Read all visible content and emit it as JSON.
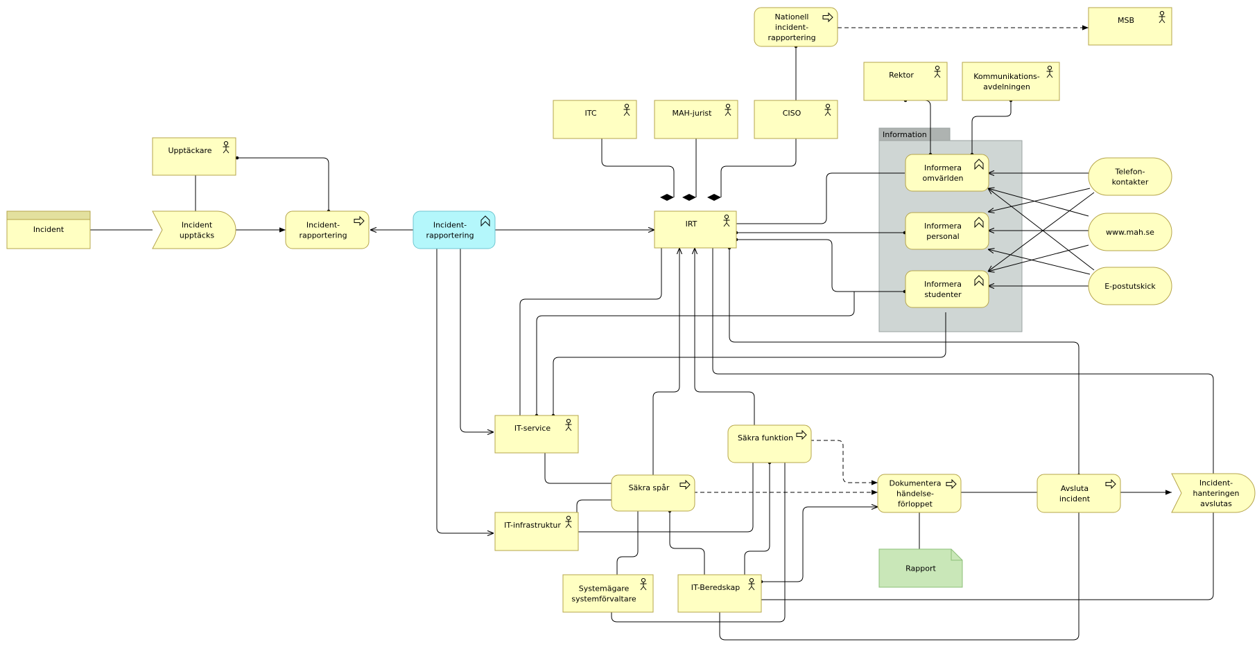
{
  "colors": {
    "element_fill": "#ffffc2",
    "element_stroke": "#b5a44a",
    "event_header": "#e3e09e",
    "service_fill": "#b4f7fb",
    "service_stroke": "#6ec6d0",
    "group_fill": "#cfd6d4",
    "group_stroke": "#9aa2a0",
    "group_tab": "#aeb3b1",
    "report_fill": "#c9e7b8",
    "report_stroke": "#8cbf78",
    "line": "#000000"
  },
  "group": {
    "label": "Information"
  },
  "elements": {
    "incident": {
      "label": [
        "Incident"
      ],
      "kind": "event"
    },
    "upptacks": {
      "label": [
        "Incident",
        "upptäcks"
      ],
      "kind": "event-start"
    },
    "upptackare": {
      "label": [
        "Upptäckare"
      ],
      "kind": "actor",
      "icon": "actor-icon"
    },
    "rapportering_proc": {
      "label": [
        "Incident-",
        "rapportering"
      ],
      "kind": "process",
      "icon": "process-arrow-icon"
    },
    "rapportering_svc": {
      "label": [
        "Incident-",
        "rapportering"
      ],
      "kind": "service",
      "icon": "function-icon"
    },
    "itc": {
      "label": [
        "ITC"
      ],
      "kind": "actor",
      "icon": "actor-icon"
    },
    "mah_jurist": {
      "label": [
        "MAH-jurist"
      ],
      "kind": "actor",
      "icon": "actor-icon"
    },
    "ciso": {
      "label": [
        "CISO"
      ],
      "kind": "actor",
      "icon": "actor-icon"
    },
    "nationell": {
      "label": [
        "Nationell",
        "incident-",
        "rapportering"
      ],
      "kind": "process",
      "icon": "process-arrow-icon"
    },
    "msb": {
      "label": [
        "MSB"
      ],
      "kind": "actor",
      "icon": "actor-icon"
    },
    "rektor": {
      "label": [
        "Rektor"
      ],
      "kind": "actor",
      "icon": "actor-icon"
    },
    "kommunikation": {
      "label": [
        "Kommunikations-",
        "avdelningen"
      ],
      "kind": "actor",
      "icon": "actor-icon"
    },
    "irt": {
      "label": [
        "IRT"
      ],
      "kind": "actor",
      "icon": "actor-icon"
    },
    "inf_omvarlden": {
      "label": [
        "Informera",
        "omvärlden"
      ],
      "kind": "function",
      "icon": "function-icon"
    },
    "inf_personal": {
      "label": [
        "Informera",
        "personal"
      ],
      "kind": "function",
      "icon": "function-icon"
    },
    "inf_studenter": {
      "label": [
        "Informera",
        "studenter"
      ],
      "kind": "function",
      "icon": "function-icon"
    },
    "telefon": {
      "label": [
        "Telefon-",
        "kontakter"
      ],
      "kind": "channel"
    },
    "www": {
      "label": [
        "www.mah.se"
      ],
      "kind": "channel"
    },
    "epost": {
      "label": [
        "E-postutskick"
      ],
      "kind": "channel"
    },
    "it_service": {
      "label": [
        "IT-service"
      ],
      "kind": "actor",
      "icon": "actor-icon"
    },
    "it_infra": {
      "label": [
        "IT-infrastruktur"
      ],
      "kind": "actor",
      "icon": "actor-icon"
    },
    "sakra_spar": {
      "label": [
        "Säkra spår"
      ],
      "kind": "process",
      "icon": "process-arrow-icon"
    },
    "sakra_funktion": {
      "label": [
        "Säkra funktion"
      ],
      "kind": "process",
      "icon": "process-arrow-icon"
    },
    "dokumentera": {
      "label": [
        "Dokumentera",
        "händelse-",
        "förloppet"
      ],
      "kind": "process",
      "icon": "process-arrow-icon"
    },
    "rapport": {
      "label": [
        "Rapport"
      ],
      "kind": "report"
    },
    "avsluta": {
      "label": [
        "Avsluta",
        "incident"
      ],
      "kind": "process",
      "icon": "process-arrow-icon"
    },
    "avslutas": {
      "label": [
        "Incident-",
        "hanteringen",
        "avslutas"
      ],
      "kind": "event-start"
    },
    "systemagare": {
      "label": [
        "Systemägare",
        "systemförvaltare"
      ],
      "kind": "actor",
      "icon": "actor-icon"
    },
    "it_beredskap": {
      "label": [
        "IT-Beredskap"
      ],
      "kind": "actor",
      "icon": "actor-icon"
    }
  }
}
